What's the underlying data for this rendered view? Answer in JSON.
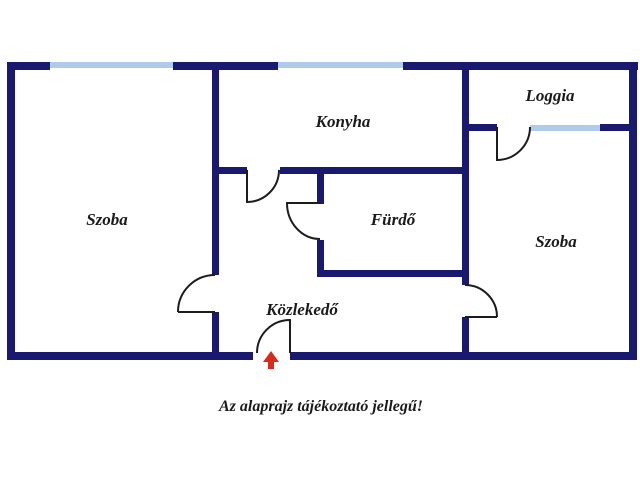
{
  "plan": {
    "rooms": [
      {
        "id": "szoba-left",
        "label": "Szoba"
      },
      {
        "id": "konyha",
        "label": "Konyha"
      },
      {
        "id": "loggia",
        "label": "Loggia"
      },
      {
        "id": "furdo",
        "label": "Fürdő"
      },
      {
        "id": "szoba-right",
        "label": "Szoba"
      },
      {
        "id": "kozlekedo",
        "label": "Közlekedő"
      }
    ],
    "caption": "Az alaprajz tájékoztató jellegű!",
    "icons": {
      "entrance_arrow": "red-up-arrow-icon"
    },
    "colors": {
      "wall": "#191970",
      "window": "#aecbe9",
      "door_line": "#1c1c1c",
      "arrow": "#d92b1c",
      "text": "#1a1a1a",
      "background": "#ffffff"
    }
  }
}
